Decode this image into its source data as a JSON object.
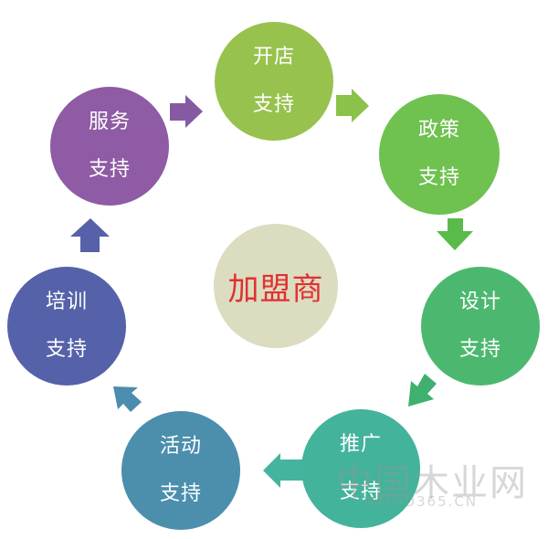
{
  "center": {
    "label": "加盟商",
    "color": "#e03131"
  },
  "nodes": [
    {
      "line1": "开店",
      "line2": "支持",
      "color": "#97c24e"
    },
    {
      "line1": "政策",
      "line2": "支持",
      "color": "#6fc150"
    },
    {
      "line1": "设计",
      "line2": "支持",
      "color": "#4cb86f"
    },
    {
      "line1": "推广",
      "line2": "支持",
      "color": "#43b39b"
    },
    {
      "line1": "活动",
      "line2": "支持",
      "color": "#4b8fac"
    },
    {
      "line1": "培训",
      "line2": "支持",
      "color": "#5562a9"
    },
    {
      "line1": "服务",
      "line2": "支持",
      "color": "#8e5ba4"
    }
  ],
  "arrows": {
    "color_1": "#8bc24a",
    "color_2": "#5bbb4a",
    "color_3": "#3fb06f",
    "color_4": "#46b39e",
    "color_5": "#4c8cae",
    "color_6": "#5561a8",
    "color_7": "#855aa3"
  },
  "watermark": {
    "text_cn": "中国木业网",
    "text_en": "WOOD365.CN"
  }
}
